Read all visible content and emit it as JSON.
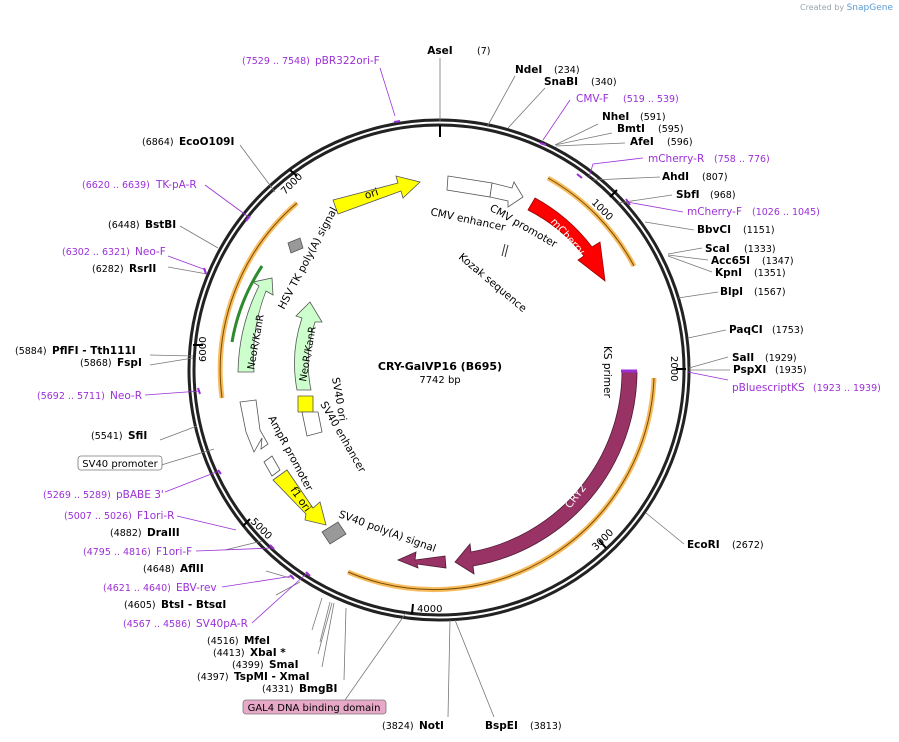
{
  "branding": {
    "created_by": "Created by",
    "app": "SnapGene"
  },
  "plasmid": {
    "name": "CRY-GalVP16 (B695)",
    "length": "7742 bp"
  },
  "ticks": [
    "1000",
    "2000",
    "3000",
    "4000",
    "5000",
    "6000",
    "7000"
  ],
  "sites": [
    {
      "name": "AseI",
      "pos": "(7)"
    },
    {
      "name": "NdeI",
      "pos": "(234)"
    },
    {
      "name": "SnaBI",
      "pos": "(340)"
    },
    {
      "name": "NheI",
      "pos": "(591)"
    },
    {
      "name": "BmtI",
      "pos": "(595)"
    },
    {
      "name": "AfeI",
      "pos": "(596)"
    },
    {
      "name": "AhdI",
      "pos": "(807)"
    },
    {
      "name": "SbfI",
      "pos": "(968)"
    },
    {
      "name": "BbvCI",
      "pos": "(1151)"
    },
    {
      "name": "ScaI",
      "pos": "(1333)"
    },
    {
      "name": "Acc65I",
      "pos": "(1347)"
    },
    {
      "name": "KpnI",
      "pos": "(1351)"
    },
    {
      "name": "BlpI",
      "pos": "(1567)"
    },
    {
      "name": "PaqCI",
      "pos": "(1753)"
    },
    {
      "name": "SalI",
      "pos": "(1929)"
    },
    {
      "name": "PspXI",
      "pos": "(1935)"
    },
    {
      "name": "EcoRI",
      "pos": "(2672)"
    },
    {
      "name": "BspEI",
      "pos": "(3813)"
    },
    {
      "name": "NotI",
      "pos": "(3824)"
    },
    {
      "name": "BmgBI",
      "pos": "(4331)"
    },
    {
      "name": "TspMI - XmaI",
      "pos": "(4397)"
    },
    {
      "name": "SmaI",
      "pos": "(4399)"
    },
    {
      "name": "XbaI *",
      "pos": "(4413)"
    },
    {
      "name": "MfeI",
      "pos": "(4516)"
    },
    {
      "name": "BtsI - BtsαI",
      "pos": "(4605)"
    },
    {
      "name": "AflII",
      "pos": "(4648)"
    },
    {
      "name": "DraIII",
      "pos": "(4882)"
    },
    {
      "name": "SfiI",
      "pos": "(5541)"
    },
    {
      "name": "PflFI - Tth111I",
      "pos": "(5884)"
    },
    {
      "name": "FspI",
      "pos": "(5868)"
    },
    {
      "name": "RsrII",
      "pos": "(6282)"
    },
    {
      "name": "BstBI",
      "pos": "(6448)"
    },
    {
      "name": "EcoO109I",
      "pos": "(6864)"
    }
  ],
  "primers": [
    {
      "name": "pBR322ori-F",
      "range": "(7529 .. 7548)"
    },
    {
      "name": "CMV-F",
      "range": "(519 .. 539)"
    },
    {
      "name": "mCherry-R",
      "range": "(758 .. 776)"
    },
    {
      "name": "mCherry-F",
      "range": "(1026 .. 1045)"
    },
    {
      "name": "pBluescriptKS",
      "range": "(1923 .. 1939)"
    },
    {
      "name": "TK-pA-R",
      "range": "(6620 .. 6639)"
    },
    {
      "name": "Neo-F",
      "range": "(6302 .. 6321)"
    },
    {
      "name": "Neo-R",
      "range": "(5692 .. 5711)"
    },
    {
      "name": "pBABE 3'",
      "range": "(5269 .. 5289)"
    },
    {
      "name": "F1ori-R",
      "range": "(5007 .. 5026)"
    },
    {
      "name": "F1ori-F",
      "range": "(4795 .. 4816)"
    },
    {
      "name": "EBV-rev",
      "range": "(4621 .. 4640)"
    },
    {
      "name": "SV40pA-R",
      "range": "(4567 .. 4586)"
    }
  ],
  "features": {
    "ori": "ori",
    "mcherry": "mCherry",
    "cry2": "CRY2",
    "neo1": "NeoR/KanR",
    "neo2": "NeoR/KanR",
    "f1ori": "f1 ori",
    "cmv_enhancer": "CMV enhancer",
    "cmv_promoter": "CMV promoter",
    "kozak": "Kozak sequence",
    "ks_primer": "KS primer",
    "hsv": "HSV TK poly(A) signal",
    "sv40_ori": "SV40 ori",
    "sv40_enh": "SV40 enhancer",
    "ampr_prom": "AmpR promoter",
    "sv40_polya": "SV40 poly(A) signal",
    "sv40_promoter": "SV40 promoter",
    "gal4": "GAL4 DNA binding domain"
  },
  "colors": {
    "ori": "#ffff00",
    "mcherry": "#ff0000",
    "cry2": "#993366",
    "neo": "#ccffcc",
    "primer": "#9b30d6",
    "highlight": "#f5b041"
  }
}
